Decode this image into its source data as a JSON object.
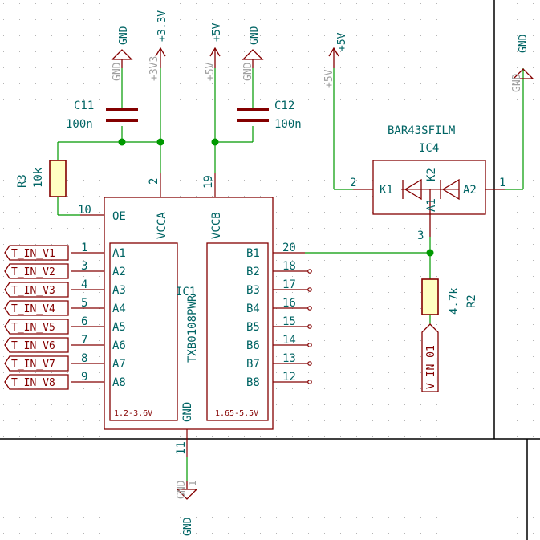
{
  "colors": {
    "wire": "#009900",
    "part": "#840000",
    "text": "#006464",
    "ghost": "#a0a0a0",
    "pin": "#840000",
    "frame": "#000000",
    "dot": "#b4b4b4"
  },
  "power": {
    "gnd1": "GND",
    "gnd1_ghost": "GND",
    "v33": "+3.3V",
    "v33_ghost": "+3V3",
    "v5a": "+5V",
    "v5a_ghost": "+5V",
    "gnd2": "GND",
    "gnd2_ghost": "GND",
    "v5b": "+5V",
    "v5b_ghost": "+5V",
    "gnd3": "GND",
    "gnd3_ghost": "GND",
    "gnd4": "GND",
    "gnd4_ghost": "GND",
    "pin1": "1"
  },
  "caps": {
    "c11_ref": "C11",
    "c11_val": "100n",
    "c12_ref": "C12",
    "c12_val": "100n"
  },
  "resistors": {
    "r3_ref": "R3",
    "r3_val": "10k",
    "r2_ref": "R2",
    "r2_val": "4.7k"
  },
  "ic1": {
    "ref": "IC1",
    "part": "TXB0108PWR",
    "oe": "OE",
    "vcca": "VCCA",
    "vccb": "VCCB",
    "gnd": "GND",
    "range_a": "1.2-3.6V",
    "range_b": "1.65-5.5V",
    "pin_oe": "10",
    "pin_vcca": "2",
    "pin_vccb": "19",
    "pin_gnd": "11",
    "a_names": [
      "A1",
      "A2",
      "A3",
      "A4",
      "A5",
      "A6",
      "A7",
      "A8"
    ],
    "a_pins": [
      "1",
      "3",
      "4",
      "5",
      "6",
      "7",
      "8",
      "9"
    ],
    "b_names": [
      "B1",
      "B2",
      "B3",
      "B4",
      "B5",
      "B6",
      "B7",
      "B8"
    ],
    "b_pins": [
      "20",
      "18",
      "17",
      "16",
      "15",
      "14",
      "13",
      "12"
    ]
  },
  "inputs": [
    "T_IN_V1",
    "T_IN_V2",
    "T_IN_V3",
    "T_IN_V4",
    "T_IN_V5",
    "T_IN_V6",
    "T_IN_V7",
    "T_IN_V8"
  ],
  "ic4": {
    "part": "BAR43SFILM",
    "ref": "IC4",
    "k1": "K1",
    "k2": "K2",
    "a1": "A1",
    "a2": "A2",
    "pin_k1": "2",
    "pin_a2": "1",
    "pin_mid": "3"
  },
  "output_label": "V_IN_01"
}
